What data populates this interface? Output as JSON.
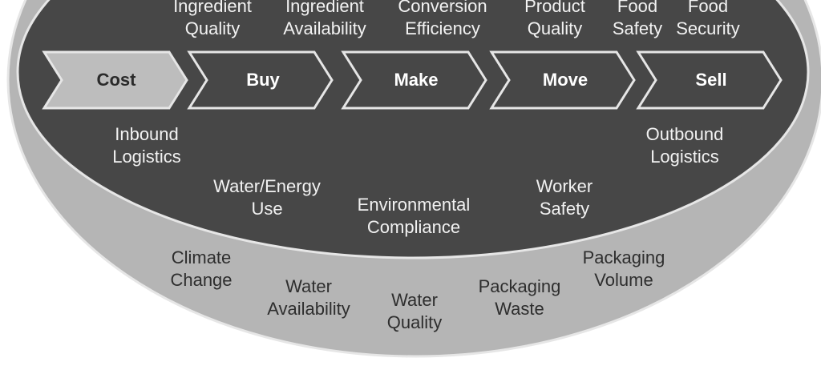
{
  "colors": {
    "outer_ring": "#b5b5b5",
    "inner_ellipse": "#474747",
    "outline": "#e6e6e6",
    "chevron_active": "#bdbdbd",
    "chevron_text_active": "#2b2b2b",
    "chevron_text": "#ffffff"
  },
  "top_labels": [
    {
      "lines": [
        "Ingredient",
        "Quality"
      ]
    },
    {
      "lines": [
        "Ingredient",
        "Availability"
      ]
    },
    {
      "lines": [
        "Conversion",
        "Efficiency"
      ]
    },
    {
      "lines": [
        "Product",
        "Quality"
      ]
    },
    {
      "lines": [
        "Food",
        "Safety"
      ]
    },
    {
      "lines": [
        "Food",
        "Security"
      ]
    }
  ],
  "stages": [
    {
      "label": "Cost",
      "active": true
    },
    {
      "label": "Buy",
      "active": false
    },
    {
      "label": "Make",
      "active": false
    },
    {
      "label": "Move",
      "active": false
    },
    {
      "label": "Sell",
      "active": false
    }
  ],
  "inner_labels": [
    {
      "lines": [
        "Inbound",
        "Logistics"
      ]
    },
    {
      "lines": [
        "Outbound",
        "Logistics"
      ]
    },
    {
      "lines": [
        "Water/Energy",
        "Use"
      ]
    },
    {
      "lines": [
        "Environmental",
        "Compliance"
      ]
    },
    {
      "lines": [
        "Worker",
        "Safety"
      ]
    }
  ],
  "outer_labels": [
    {
      "lines": [
        "Climate",
        "Change"
      ]
    },
    {
      "lines": [
        "Water",
        "Availability"
      ]
    },
    {
      "lines": [
        "Water",
        "Quality"
      ]
    },
    {
      "lines": [
        "Packaging",
        "Waste"
      ]
    },
    {
      "lines": [
        "Packaging",
        "Volume"
      ]
    }
  ]
}
